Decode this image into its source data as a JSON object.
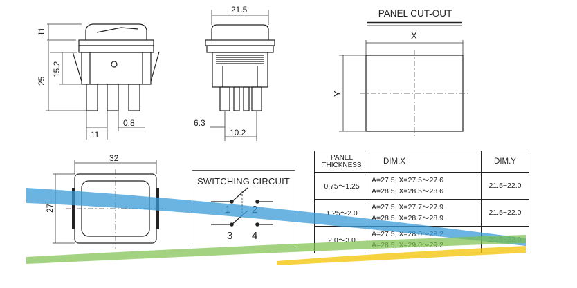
{
  "side_view": {
    "dim_top": "11",
    "dim_mid": "15.2",
    "dim_total": "25",
    "dim_bottom_left": "11",
    "dim_bottom_right": "0.8"
  },
  "front_view": {
    "dim_width": "21.5",
    "dim_terminal_left": "6.3",
    "dim_terminal_span": "10.2"
  },
  "top_view": {
    "dim_width": "32",
    "dim_height": "27"
  },
  "panel_cutout": {
    "title": "PANEL CUT-OUT",
    "x_label": "X",
    "y_label": "Y"
  },
  "switching_circuit": {
    "title": "SWITCHING CIRCUIT",
    "pins": [
      "1",
      "2",
      "3",
      "4"
    ]
  },
  "dimension_table": {
    "headers": {
      "thickness_line1": "PANEL",
      "thickness_line2": "THICKNESS",
      "dim_x": "DIM.X",
      "dim_y": "DIM.Y"
    },
    "rows": [
      {
        "thickness": "0.75～1.25",
        "x_line1": "A=27.5,  X=27.5～27.6",
        "x_line2": "A=28.5,  X=28.5～28.6",
        "y": "21.5~22.0"
      },
      {
        "thickness": "1.25～2.0",
        "x_line1": "A=27.5,  X=27.7～27.9",
        "x_line2": "A=28.5,  X=28.7～28.9",
        "y": "21.5~22.0"
      },
      {
        "thickness": "2.0～3.0",
        "x_line1": "A=27.5,  X=28.0～28.2",
        "x_line2": "A=28.5,  X=29.0～29.2",
        "y": "21.5~22.0"
      }
    ]
  },
  "colors": {
    "swoosh_blue": "#3a9bd8",
    "swoosh_green": "#7cc04a",
    "swoosh_yellow": "#f3c300"
  }
}
